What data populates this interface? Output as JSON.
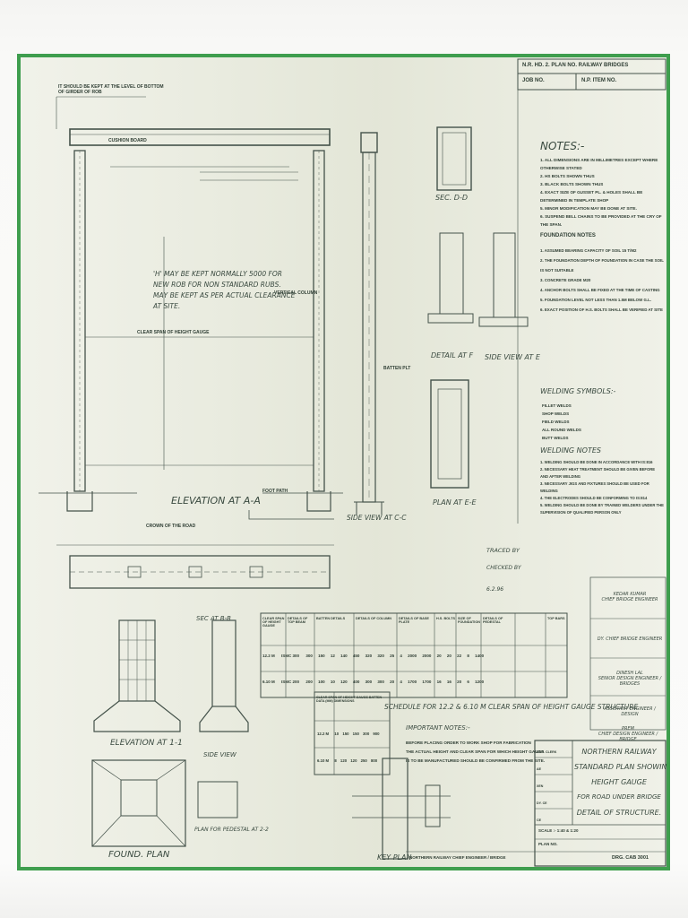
{
  "header": {
    "plan_no": "N.R. HD. 2. PLAN NO. RAILWAY BRIDGES",
    "job_no": "JOB NO.",
    "item_no": "N.P. ITEM NO."
  },
  "top_left_note": "IT SHOULD BE KEPT AT THE LEVEL OF BOTTOM OF GIRDER OF ROB",
  "elevation": {
    "title": "ELEVATION AT A-A",
    "cushion_board": "CUSHION BOARD",
    "vertical_column": "VERTICAL COLUMN",
    "note": "'H' MAY BE KEPT NORMALLY 5000 FOR NEW ROB FOR NON STANDARD RUBS. MAY BE KEPT AS PER ACTUAL CLEARANCE AT SITE.",
    "clear_span": "CLEAR SPAN OF HEIGHT GAUGE",
    "crown": "CROWN OF THE ROAD",
    "foot_path": "FOOT PATH"
  },
  "side_view_cc": {
    "title": "SIDE VIEW AT C-C",
    "batten": "BATTEN PLT"
  },
  "sec_dd": "SEC. D-D",
  "detail_f": "DETAIL AT F",
  "side_view_e": "SIDE VIEW AT E",
  "plan_e": "PLAN AT E-E",
  "notes": {
    "title": "NOTES:-",
    "items": [
      "1. ALL DIMENSIONS ARE IN MILLIMETRES EXCEPT WHERE OTHERWISE STATED",
      "2. HS BOLTS SHOWN THUS",
      "3. BLACK BOLTS SHOWN THUS",
      "4. EXACT SIZE OF GUSSET PL. & HOLES SHALL BE DETERMINED IN TEMPLATE SHOP",
      "5. MINOR MODIFICATION MAY BE DONE AT SITE.",
      "6. SUSPEND BELL CHAINS TO BE PROVIDED AT THE CRY OF THE SPAN."
    ],
    "foundation_title": "FOUNDATION NOTES",
    "foundation_items": [
      "1. ASSUMED BEARING CAPACITY OF SOIL 15 T/M2",
      "2. THE FOUNDATION DEPTH OF FOUNDATION IN CASE THE SOIL IS NOT SUITABLE",
      "3. CONCRETE GRADE M20",
      "4. ANCHOR BOLTS SHALL BE FIXED AT THE TIME OF CASTING",
      "5. FOUNDATION LEVEL NOT LESS THAN 1.5M BELOW G.L.",
      "6. EXACT POSITION OF H.S. BOLTS SHALL BE VERIFIED AT SITE"
    ]
  },
  "welding_symbols": {
    "title": "WELDING SYMBOLS:-",
    "rows": [
      "FILLET WELDS",
      "SHOP WELDS",
      "FIELD WELDS",
      "ALL ROUND WELDS",
      "BUTT WELDS"
    ]
  },
  "welding_notes": {
    "title": "WELDING NOTES",
    "items": [
      "1. WELDING SHOULD BE DONE IN ACCORDANCE WITH IS:816",
      "2. NECESSARY HEAT TREATMENT SHOULD BE GIVEN BEFORE AND AFTER WELDING",
      "3. NECESSARY JIGS AND FIXTURES SHOULD BE USED FOR WELDING",
      "4. THE ELECTRODES SHOULD BE CONFORMING TO IS:814",
      "5. WELDING SHOULD BE DONE BY TRAINED WELDERS UNDER THE SUPERVISION OF QUALIFIED PERSON ONLY"
    ]
  },
  "traced": {
    "line1": "TRACED BY",
    "line2": "CHECKED BY",
    "date": "6.2.96"
  },
  "elevation_11": "ELEVATION AT 1-1",
  "sec_bb": "SEC AT B-B",
  "side_view": "SIDE VIEW",
  "found_plan": "FOUND. PLAN",
  "plan_pedestal": "PLAN FOR PEDESTAL AT 2-2",
  "key_plan": "KEY PLAN",
  "schedule_title": "SCHEDULE FOR 12.2 & 6.10 M CLEAR SPAN OF HEIGHT GAUGE STRUCTURE",
  "schedule": {
    "headers": [
      "CLEAR SPAN OF HEIGHT GAUGE",
      "DETAILS OF TOP BEAM",
      "BATTEN DETAILS",
      "DETAILS OF COLUMN",
      "DETAILS OF BASE PLATE",
      "H.S. BOLTS",
      "SIZE OF FOUNDATION",
      "DETAILS OF PEDESTAL",
      "TOP BARS"
    ],
    "rows": [
      {
        "span": "12.2 M",
        "beam": "ISMC 300",
        "cells": [
          "300",
          "150",
          "12",
          "140",
          "450",
          "320",
          "320",
          "25",
          "4",
          "2000",
          "2000",
          "20",
          "20",
          "22",
          "8",
          "1400"
        ]
      },
      {
        "span": "6.10 M",
        "beam": "ISMC 200",
        "cells": [
          "200",
          "100",
          "10",
          "120",
          "400",
          "300",
          "300",
          "20",
          "4",
          "1700",
          "1700",
          "16",
          "16",
          "20",
          "6",
          "1200"
        ]
      }
    ]
  },
  "small_table": {
    "headers": [
      "CLEAR SPAN OF HEIGHT GAUGE",
      "BATTEN DATA (MM)",
      "DIMENSIONS"
    ],
    "rows": [
      {
        "span": "12.2 M",
        "cells": [
          "10",
          "150",
          "150",
          "300",
          "900"
        ]
      },
      {
        "span": "6.10 M",
        "cells": [
          "8",
          "120",
          "120",
          "250",
          "800"
        ]
      }
    ]
  },
  "important_notes": {
    "title": "IMPORTANT NOTES:-",
    "line1": "BEFORE PLACING ORDER TO WORK SHOP FOR FABRICATION",
    "line2": "THE ACTUAL HEIGHT AND CLEAR SPAN FOR WHICH HEIGHT GAUGE",
    "line3": "IS TO BE MANUFACTURED SHOULD BE CONFIRMED FROM THE SITE."
  },
  "signatures": [
    {
      "name": "KEDAR KUMAR",
      "role": "CHIEF BRIDGE ENGINEER"
    },
    {
      "name": "DY. CHIEF BRIDGE ENGINEER",
      "role": ""
    },
    {
      "name": "DINESH LAL",
      "role": "SENIOR DESIGN ENGINEER / BRIDGES"
    },
    {
      "name": "ASSISTANT ENGINEER / DESIGN",
      "role": ""
    },
    {
      "name": "PREM",
      "role": "CHIEF DESIGN ENGINEER / BRIDGE"
    }
  ],
  "title_block": {
    "l1": "NORTHERN RAILWAY",
    "l2": "STANDARD PLAN SHOWING",
    "l3": "HEIGHT GAUGE",
    "l4": "FOR ROAD UNDER BRIDGE",
    "l5": "DETAIL OF STRUCTURE.",
    "scale": "SCALE :- 1:40 & 1:20",
    "plan_no": "PLAN NO.",
    "footer": "NORTHERN RAILWAY CHIEF ENGINEER / BRIDGE",
    "drg": "DRG. CAB 3001",
    "stamp_labels": [
      "DRG. CLERK",
      "AE",
      "XEN",
      "DY. CE",
      "CE"
    ]
  },
  "colors": {
    "border": "#3f9e4e",
    "paper": "#e9ebde",
    "ink": "#2f3e34"
  }
}
